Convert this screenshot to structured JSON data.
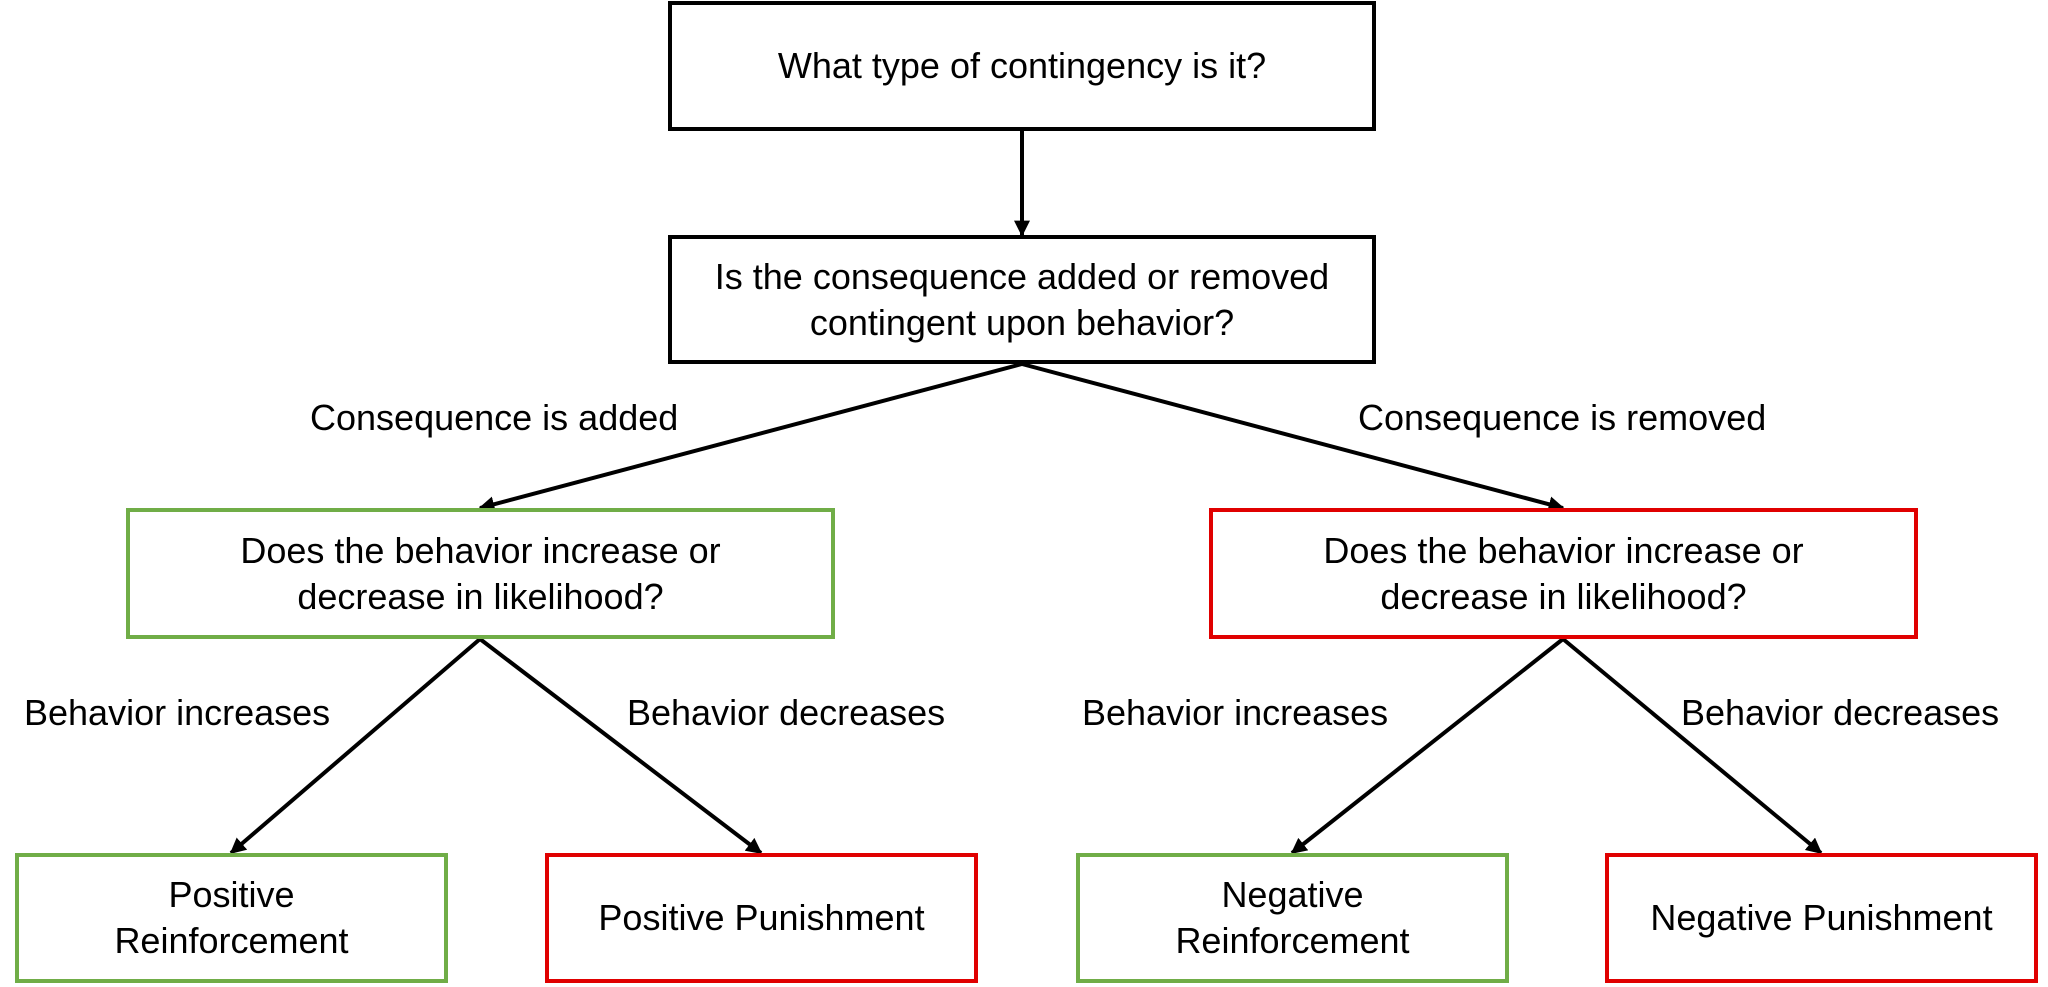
{
  "diagram": {
    "nodes": {
      "root": {
        "lines": [
          "What type of contingency is it?"
        ],
        "status": "neutral"
      },
      "added_or_removed": {
        "lines": [
          "Is the consequence added or removed",
          "contingent upon behavior?"
        ],
        "status": "neutral"
      },
      "question_added": {
        "lines": [
          "Does the behavior increase or",
          "decrease in likelihood?"
        ],
        "status": "good"
      },
      "question_removed": {
        "lines": [
          "Does the behavior increase or",
          "decrease in likelihood?"
        ],
        "status": "bad"
      },
      "positive_reinforcement": {
        "lines": [
          "Positive",
          "Reinforcement"
        ],
        "status": "good"
      },
      "positive_punishment": {
        "lines": [
          "Positive Punishment"
        ],
        "status": "bad"
      },
      "negative_reinforcement": {
        "lines": [
          "Negative",
          "Reinforcement"
        ],
        "status": "good"
      },
      "negative_punishment": {
        "lines": [
          "Negative Punishment"
        ],
        "status": "bad"
      }
    },
    "edges": [
      {
        "from": "root",
        "to": "added_or_removed",
        "label": ""
      },
      {
        "from": "added_or_removed",
        "to": "question_added",
        "label": "Consequence is added"
      },
      {
        "from": "added_or_removed",
        "to": "question_removed",
        "label": "Consequence is removed"
      },
      {
        "from": "question_added",
        "to": "positive_reinforcement",
        "label": "Behavior increases"
      },
      {
        "from": "question_added",
        "to": "positive_punishment",
        "label": "Behavior decreases"
      },
      {
        "from": "question_removed",
        "to": "negative_reinforcement",
        "label": "Behavior increases"
      },
      {
        "from": "question_removed",
        "to": "negative_punishment",
        "label": "Behavior decreases"
      }
    ]
  },
  "colors": {
    "neutral_border": "#000000",
    "good_border": "#70ad47",
    "bad_border": "#e00000",
    "connector": "#000000"
  }
}
